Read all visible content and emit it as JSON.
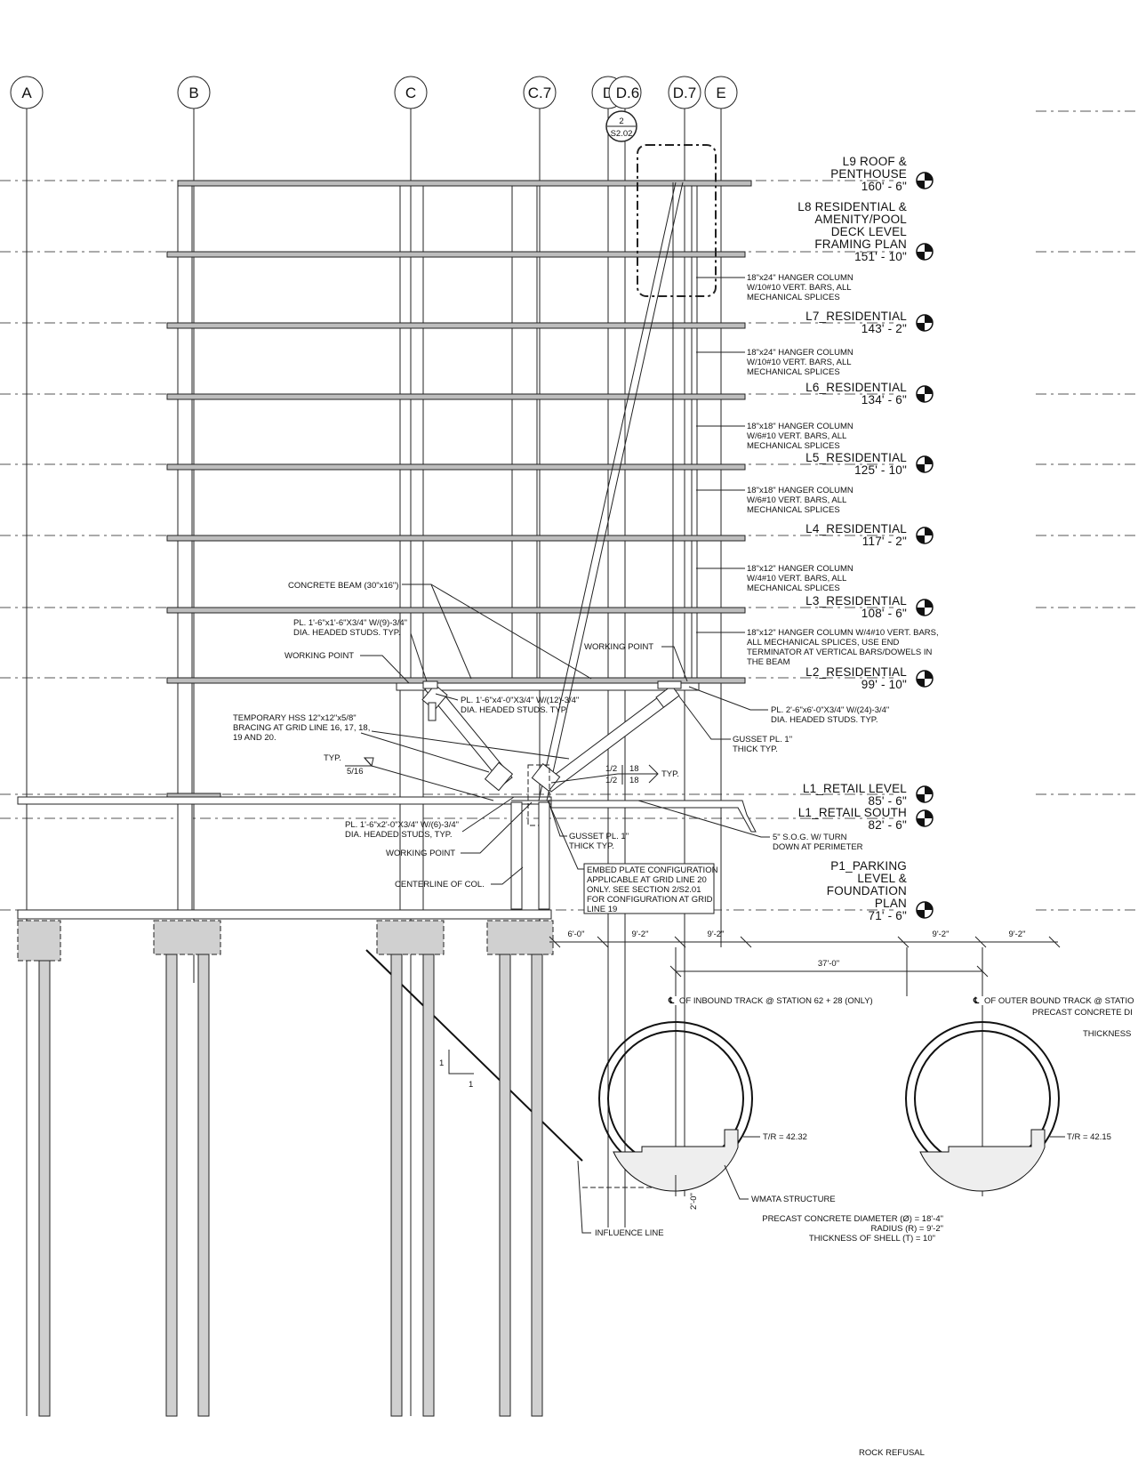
{
  "gridlines": [
    {
      "label": "A"
    },
    {
      "label": "B"
    },
    {
      "label": "C"
    },
    {
      "label": "C.7"
    },
    {
      "label": "D"
    },
    {
      "label": "D.6"
    },
    {
      "label": "D.7"
    },
    {
      "label": "E"
    }
  ],
  "section_tag": {
    "number": "2",
    "sheet": "S2.02"
  },
  "levels": [
    {
      "name": [
        "L9 ROOF &",
        "PENTHOUSE"
      ],
      "elev": "160' - 6\""
    },
    {
      "name": [
        "L8 RESIDENTIAL &",
        "AMENITY/POOL",
        "DECK LEVEL",
        "FRAMING PLAN"
      ],
      "elev": "151' - 10\""
    },
    {
      "name": [
        "L7_RESIDENTIAL"
      ],
      "elev": "143' - 2\""
    },
    {
      "name": [
        "L6_RESIDENTIAL"
      ],
      "elev": "134' - 6\""
    },
    {
      "name": [
        "L5_RESIDENTIAL"
      ],
      "elev": "125' - 10\""
    },
    {
      "name": [
        "L4_RESIDENTIAL"
      ],
      "elev": "117' - 2\""
    },
    {
      "name": [
        "L3_RESIDENTIAL"
      ],
      "elev": "108' - 6\""
    },
    {
      "name": [
        "L2_RESIDENTIAL"
      ],
      "elev": "99' - 10\""
    },
    {
      "name": [
        "L1_RETAIL LEVEL"
      ],
      "elev": "85' - 6\""
    },
    {
      "name": [
        "L1_RETAIL SOUTH"
      ],
      "elev": "82' - 6\""
    },
    {
      "name": [
        "P1_PARKING",
        "LEVEL &",
        "FOUNDATION",
        "PLAN"
      ],
      "elev": "71' - 6\""
    }
  ],
  "hanger_notes": [
    [
      "18\"x24\" HANGER COLUMN",
      "W/10#10 VERT. BARS, ALL",
      "MECHANICAL SPLICES"
    ],
    [
      "18\"x24\" HANGER COLUMN",
      "W/10#10 VERT. BARS, ALL",
      "MECHANICAL SPLICES"
    ],
    [
      "18\"x18\" HANGER COLUMN",
      "W/6#10 VERT. BARS, ALL",
      "MECHANICAL SPLICES"
    ],
    [
      "18\"x18\" HANGER COLUMN",
      "W/6#10 VERT. BARS, ALL",
      "MECHANICAL SPLICES"
    ],
    [
      "18\"x12\" HANGER COLUMN",
      "W/4#10 VERT. BARS, ALL",
      "MECHANICAL SPLICES"
    ],
    [
      "18\"x12\" HANGER COLUMN W/4#10 VERT. BARS,",
      "ALL MECHANICAL SPLICES, USE END",
      "TERMINATOR AT VERTICAL BARS/DOWELS IN",
      "THE BEAM"
    ]
  ],
  "notes": {
    "concrete_beam": "CONCRETE BEAM (30\"x16\")",
    "pl_left": [
      "PL. 1'-6\"x1'-6\"X3/4\" W/(9)-3/4\"",
      "DIA. HEADED STUDS. TYP."
    ],
    "working_point": "WORKING POINT",
    "working_point_right": "WORKING POINT",
    "pl_center": [
      "PL. 1'-6\"x4'-0\"X3/4\" W/(12)-3/4\"",
      "DIA. HEADED STUDS. TYP."
    ],
    "pl_right": [
      "PL. 2'-6\"x6'-0\"X3/4\" W/(24)-3/4\"",
      "DIA. HEADED STUDS. TYP."
    ],
    "temp_bracing": [
      "TEMPORARY HSS 12\"x12\"x5/8\"",
      "BRACING AT GRID LINE 16, 17, 18,",
      "19 AND 20."
    ],
    "typ": "TYP.",
    "weld_516": "5/16",
    "weld_half_a": "1/2",
    "weld_half_b": "1/2",
    "weld_18_a": "18",
    "weld_18_b": "18",
    "typ_right": "TYP.",
    "gusset_right": [
      "GUSSET PL. 1\"",
      "THICK TYP."
    ],
    "pl_bottom": [
      "PL. 1'-6\"x2'-0\"X3/4\" W/(6)-3/4\"",
      "DIA. HEADED STUDS, TYP."
    ],
    "working_point_bottom": "WORKING POINT",
    "gusset_bottom": [
      "GUSSET PL. 1\"",
      "THICK TYP."
    ],
    "sog": [
      "5\" S.O.G. W/ TURN",
      "DOWN AT PERIMETER"
    ],
    "centerline": "CENTERLINE OF COL.",
    "embed": [
      "EMBED PLATE CONFIGURATION",
      "APPLICABLE AT GRID LINE 20",
      "ONLY. SEE SECTION 2/S2.01",
      "FOR CONFIGURATION AT GRID",
      "LINE 19"
    ]
  },
  "dimensions": {
    "d1": "6'-0\"",
    "d2": "9'-2\"",
    "d3": "9'-2\"",
    "d4": "9'-2\"",
    "d5": "9'-2\"",
    "total": "37'-0\"",
    "clearance": "2'-0\""
  },
  "slope": {
    "rise": "1",
    "run": "1"
  },
  "tunnels": {
    "inbound_label": "OF INBOUND TRACK @ STATION 62 + 28 (ONLY)",
    "outer_label": "OF OUTER BOUND TRACK @ STATIO",
    "outer_sub1": "PRECAST CONCRETE  DI",
    "outer_sub2": "THICKNESS",
    "tr_inbound": "T/R = 42.32",
    "tr_outer": "T/R = 42.15",
    "wmata": [
      "WMATA STRUCTURE",
      "PRECAST CONCRETE  DIAMETER (Ø) = 18'-4\"",
      "RADIUS (R)  =   9'-2\"",
      "THICKNESS OF SHELL (T) =  10\""
    ],
    "influence": "INFLUENCE LINE",
    "rock": "ROCK REFUSAL"
  },
  "centerline_symbol": "℄"
}
